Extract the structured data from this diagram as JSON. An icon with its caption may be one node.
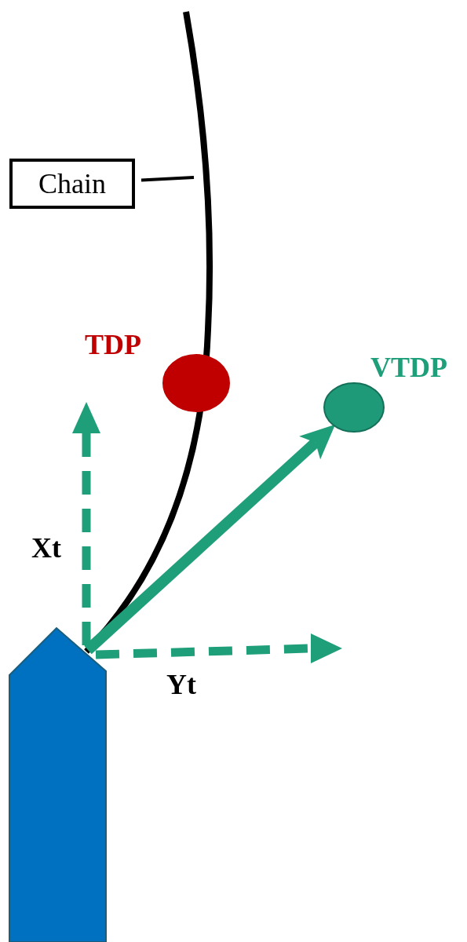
{
  "diagram": {
    "nodes": [
      {
        "text": [
          "Chain"
        ]
      },
      {
        "text": [
          "TDP"
        ]
      },
      {
        "text": [
          "VTDP"
        ]
      },
      {
        "text": [],
        "shape": "pentagon"
      }
    ],
    "edges": [
      {
        "from": 0,
        "to": null,
        "arrow": "none"
      },
      {
        "from": 3,
        "to": 2,
        "arrow": "to",
        "style": "thick",
        "color": "#1f9e7a"
      }
    ],
    "labels": [
      "Xt",
      "Yt"
    ]
  }
}
